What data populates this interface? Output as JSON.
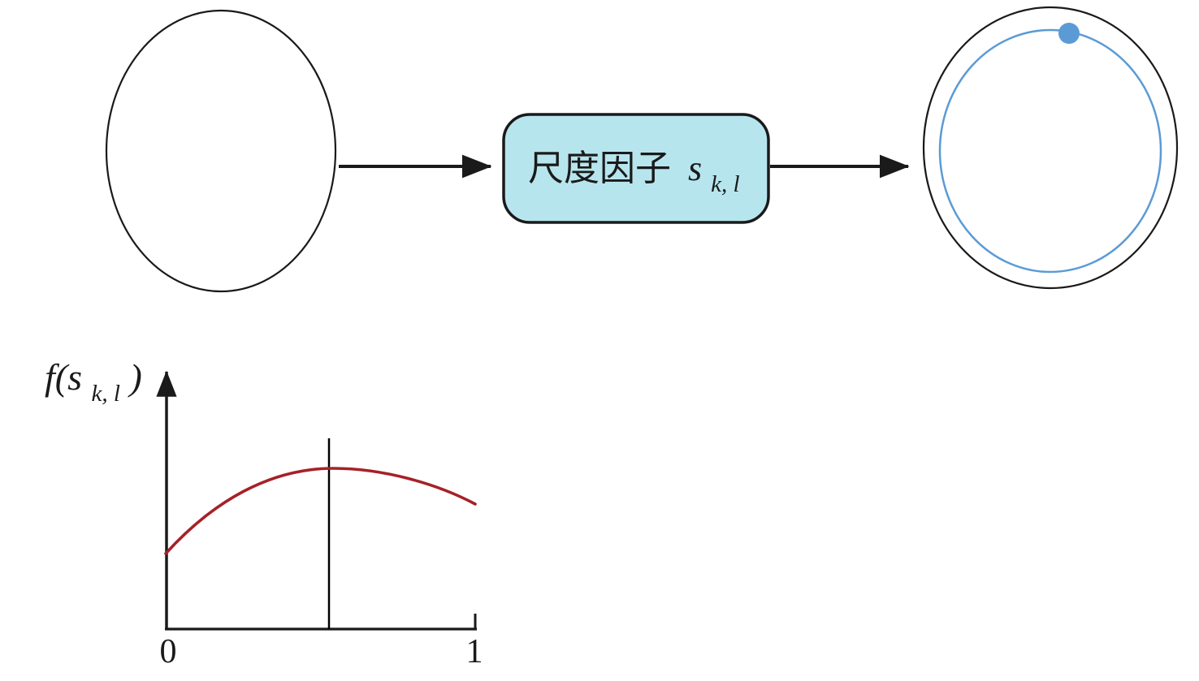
{
  "figure": {
    "box": {
      "label": "尺度因子",
      "var": "s",
      "sub": "k, l"
    },
    "plot": {
      "ylabel_prefix": "f(s",
      "ylabel_sub": "k, l",
      "ylabel_suffix": ")",
      "x_tick_left": "0",
      "x_tick_right": "1"
    }
  },
  "colors": {
    "box_fill": "#b7e5ee",
    "box_stroke": "#1a1a1a",
    "outline_stroke": "#1a1a1a",
    "arrow": "#1a1a1a",
    "inner_ellipse": "#5b9bd5",
    "dot": "#5b9bd5",
    "curve": "#a62128",
    "marker_line": "#000000"
  },
  "chart_data": {
    "type": "line",
    "title": "",
    "xlabel": "",
    "ylabel": "f(s_k,l)",
    "xlim": [
      0,
      1
    ],
    "x_ticks": [
      "0",
      "1"
    ],
    "x": [
      0,
      0.1,
      0.2,
      0.3,
      0.4,
      0.5,
      0.6,
      0.7,
      0.8,
      0.9,
      1.0
    ],
    "y": [
      0.47,
      0.63,
      0.77,
      0.88,
      0.96,
      1.0,
      0.99,
      0.96,
      0.92,
      0.85,
      0.78
    ],
    "grid": false,
    "legend_position": "none",
    "annotations": [
      {
        "type": "vline",
        "x": 0.53,
        "note": "vertical marker at curve maximum"
      }
    ]
  }
}
